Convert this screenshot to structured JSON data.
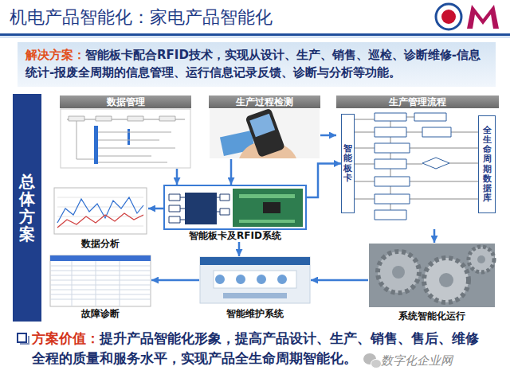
{
  "diagram": {
    "title": "机电产品智能化：家电产品智能化",
    "nodes": [
      {
        "text": [
          "解决方案：",
          "智能板卡配合RFID技术，实现从设计、生产、销售、巡检、诊断维修-信息统计-报废全周期的信息管理、运行信息记录反馈、诊断与分析等功能。"
        ]
      },
      {
        "text": [
          "总体方案"
        ]
      },
      {
        "text": [
          "数据管理"
        ]
      },
      {
        "text": [
          "生产过程检测"
        ]
      },
      {
        "text": [
          "生产管理流程"
        ]
      },
      {
        "text": [
          "智能板卡"
        ],
        "in": 4
      },
      {
        "text": [
          "全生命周期数据库"
        ],
        "in": 4
      },
      {
        "text": [
          "数据分析"
        ]
      },
      {
        "text": [
          "智能板卡及RFID系统"
        ]
      },
      {
        "text": [
          "故障诊断"
        ]
      },
      {
        "text": [
          "智能维护系统"
        ]
      },
      {
        "text": [
          "系统智能化运行"
        ]
      }
    ],
    "edges": [
      {
        "from": 2,
        "to": 8,
        "arrow": "to"
      },
      {
        "from": 3,
        "to": 8,
        "arrow": "to"
      },
      {
        "from": 3,
        "to": 4,
        "arrow": "to"
      },
      {
        "from": 8,
        "to": 5,
        "arrow": "to"
      },
      {
        "from": 8,
        "to": 7,
        "arrow": "to"
      },
      {
        "from": 8,
        "to": 10,
        "arrow": "to"
      },
      {
        "from": 10,
        "to": 9,
        "arrow": "to"
      },
      {
        "from": 4,
        "to": 11,
        "arrow": "to"
      },
      {
        "from": 11,
        "to": 10,
        "arrow": "to"
      }
    ],
    "labels": [
      "方案价值：",
      "提升产品智能化形象，提高产品设计、生产、销售、售后、维修全程的质量和服务水平，实现产品全生命周期智能化。",
      "数字化企业网"
    ]
  }
}
